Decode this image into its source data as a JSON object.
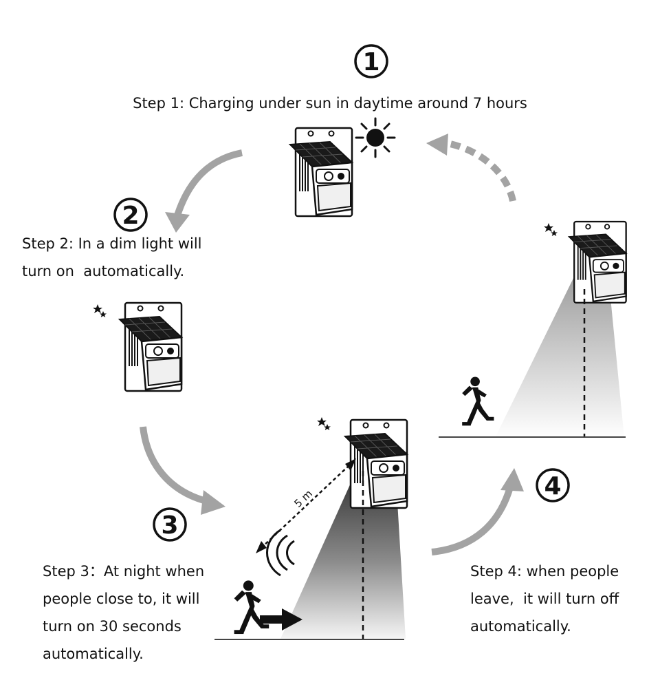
{
  "steps": [
    {
      "number": "1",
      "lines": [
        "Step 1: Charging under sun in daytime around 7 hours"
      ]
    },
    {
      "number": "2",
      "lines": [
        "Step 2: In a dim light will",
        "turn on  automatically."
      ]
    },
    {
      "number": "3",
      "lines": [
        "Step 3：At night when",
        "people close to, it will",
        "turn on 30 seconds",
        "automatically."
      ]
    },
    {
      "number": "4",
      "lines": [
        "Step 4: when people",
        "leave,  it will turn off",
        "automatically."
      ]
    }
  ],
  "distance_label": "5 m",
  "colors": {
    "arrow": "#a3a3a3",
    "ink": "#111111",
    "light_beam_top": "#333333",
    "light_beam_bottom": "#f2f2f2"
  },
  "icons": [
    "sun-icon",
    "moon-stars-icon",
    "solar-lamp-icon",
    "runner-icon",
    "motion-wave-icon",
    "cycle-arrow-icon"
  ]
}
